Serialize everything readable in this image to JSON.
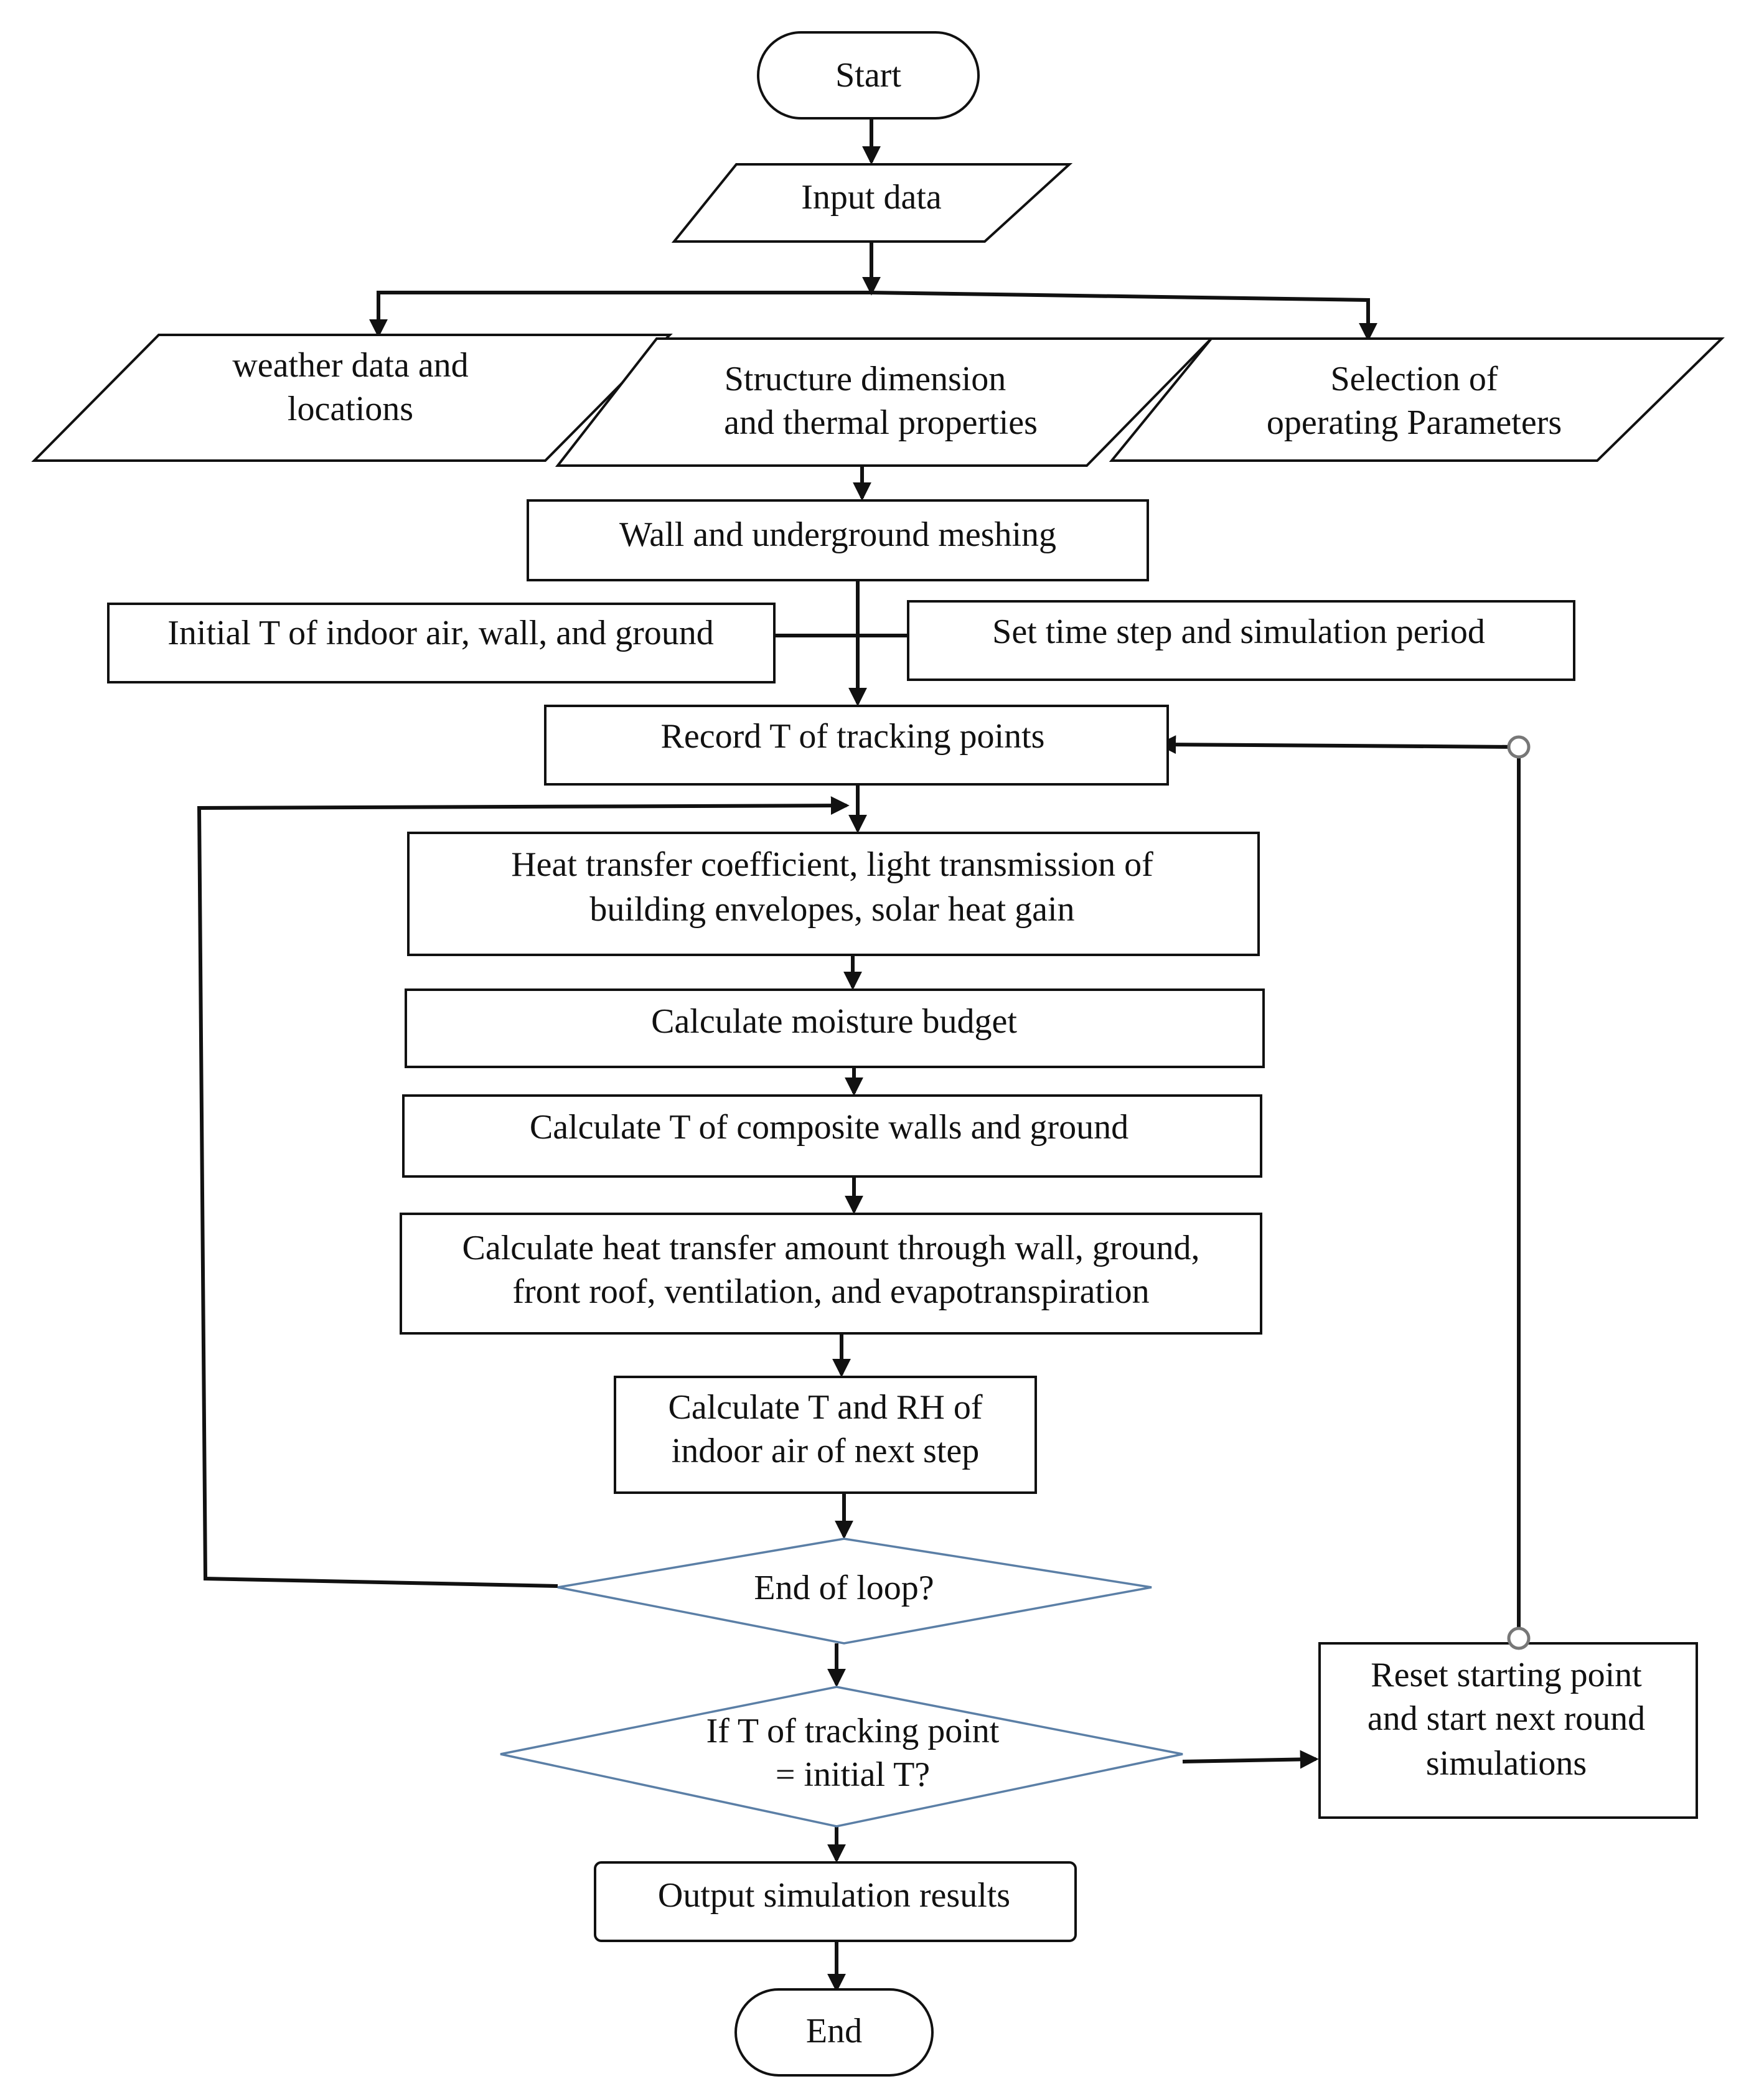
{
  "nodes": {
    "start": "Start",
    "input": "Input data",
    "weather": [
      "weather data and",
      "locations"
    ],
    "structure": [
      "Structure dimension",
      "and thermal properties"
    ],
    "selection": [
      "Selection of",
      "operating Parameters"
    ],
    "meshing": "Wall and underground meshing",
    "initial_t": "Initial T of indoor air, wall, and ground",
    "time_step": "Set time step and simulation period",
    "record": "Record T of tracking points",
    "heat_coef": [
      "Heat transfer coefficient, light transmission of",
      "building envelopes, solar heat gain"
    ],
    "moisture": "Calculate moisture budget",
    "composite": "Calculate T of composite walls and ground",
    "heat_amount": [
      "Calculate heat transfer amount through wall, ground,",
      "front roof, ventilation, and evapotranspiration"
    ],
    "t_rh": [
      "Calculate T and RH of",
      "indoor air of next step"
    ],
    "end_loop": "End of loop?",
    "if_t": [
      "If T of tracking point",
      "= initial T?"
    ],
    "reset": [
      "Reset starting point",
      "and start next round",
      "simulations"
    ],
    "output": "Output simulation results",
    "end": "End"
  },
  "colors": {
    "stroke": "#111111",
    "decision_stroke": "#5b7fa6",
    "connector_dot": "#777777"
  }
}
